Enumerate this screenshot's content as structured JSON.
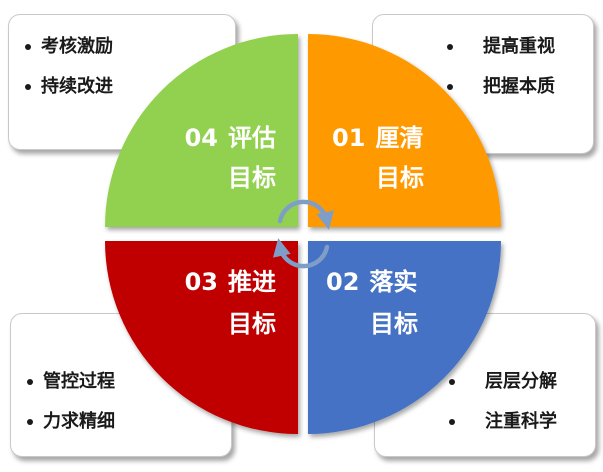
{
  "quadrants": [
    {
      "num": "01",
      "label": "厘清",
      "line2": "目标",
      "color": "#ff9900"
    },
    {
      "num": "02",
      "label": "落实",
      "line2": "目标",
      "color": "#4472c4"
    },
    {
      "num": "03",
      "label": "推进",
      "line2": "目标",
      "color": "#c00000"
    },
    {
      "num": "04",
      "label": "评估",
      "line2": "目标",
      "color": "#92d050"
    }
  ],
  "notes": {
    "top_right": [
      "提高重视",
      "把握本质"
    ],
    "bottom_right": [
      "层层分解",
      "注重科学"
    ],
    "bottom_left": [
      "管控过程",
      "力求精细"
    ],
    "top_left": [
      "考核激励",
      "持续改进"
    ]
  },
  "cycle_arrow_color": "#7f9ec7"
}
